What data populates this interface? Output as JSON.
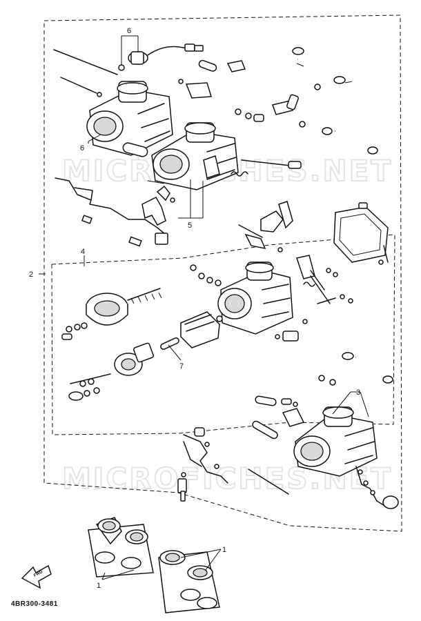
{
  "diagram": {
    "watermark": "MICROFICHES.NET",
    "part_code": "4BR300-3481",
    "callouts": [
      {
        "id": "c1a",
        "text": "1"
      },
      {
        "id": "c1b",
        "text": "1"
      },
      {
        "id": "c2",
        "text": "2"
      },
      {
        "id": "c3",
        "text": "3"
      },
      {
        "id": "c4",
        "text": "4"
      },
      {
        "id": "c5",
        "text": "5"
      },
      {
        "id": "c6a",
        "text": "6"
      },
      {
        "id": "c6b",
        "text": "6"
      },
      {
        "id": "c7",
        "text": "7"
      }
    ],
    "direction_badge": "FWD",
    "icons": [
      "forward-arrow-icon"
    ]
  }
}
